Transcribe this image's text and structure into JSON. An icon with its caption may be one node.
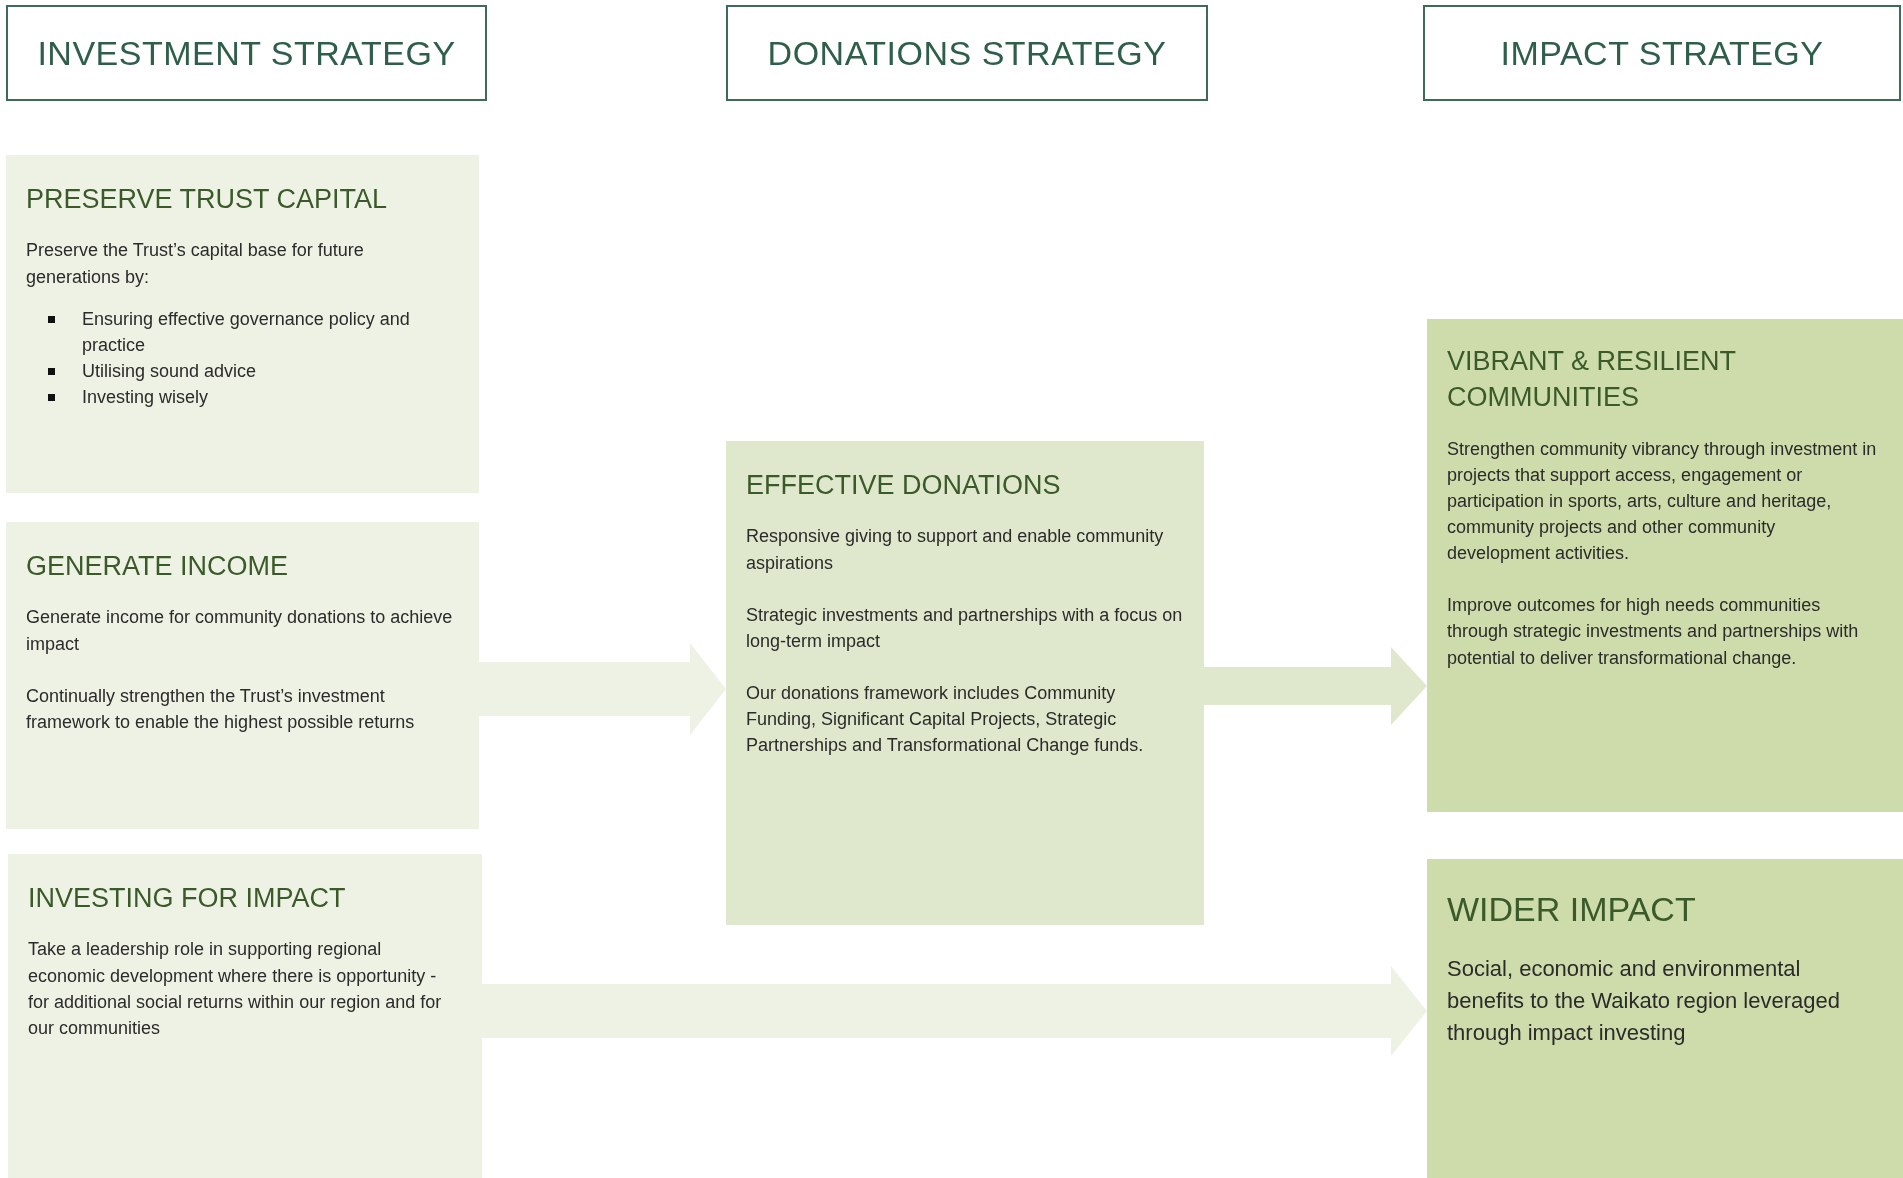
{
  "diagram": {
    "nodes": [
      {
        "text": [
          "INVESTMENT STRATEGY"
        ]
      },
      {
        "text": [
          "DONATIONS STRATEGY"
        ]
      },
      {
        "text": [
          "IMPACT STRATEGY"
        ]
      },
      {
        "text": [
          "PRESERVE TRUST CAPITAL",
          "Preserve the Trust’s capital base for future generations by:",
          "Ensuring effective governance policy and practice",
          "Utilising sound advice",
          "Investing wisely"
        ]
      },
      {
        "text": [
          "GENERATE INCOME",
          "Generate income for community donations to achieve impact",
          "Continually strengthen the Trust’s investment framework to enable the highest possible returns"
        ]
      },
      {
        "text": [
          "INVESTING FOR IMPACT",
          "Take a leadership role in supporting regional economic development where there is opportunity - for additional social returns within our region and for our communities"
        ]
      },
      {
        "text": [
          "EFFECTIVE DONATIONS",
          "Responsive giving to support and enable community aspirations",
          "Strategic investments and partnerships with a focus on long-term impact",
          "Our donations framework includes Community Funding, Significant Capital Projects, Strategic Partnerships and Transformational Change funds."
        ]
      },
      {
        "text": [
          "VIBRANT & RESILIENT COMMUNITIES",
          "Strengthen community vibrancy through investment in projects that support access, engagement or participation in sports, arts, culture and heritage, community projects and other community development activities.",
          "Improve outcomes for high needs communities through strategic investments and partnerships with potential to deliver transformational change."
        ]
      },
      {
        "text": [
          "WIDER IMPACT",
          "Social, economic and environmental benefits to the Waikato region leveraged through impact investing"
        ]
      }
    ],
    "edges": [
      {
        "from": 4,
        "to": 6,
        "arrow": "to"
      },
      {
        "from": 6,
        "to": 7,
        "arrow": "to",
        "color": "#dfe8cc"
      },
      {
        "from": 5,
        "to": 8,
        "arrow": "to"
      }
    ]
  }
}
